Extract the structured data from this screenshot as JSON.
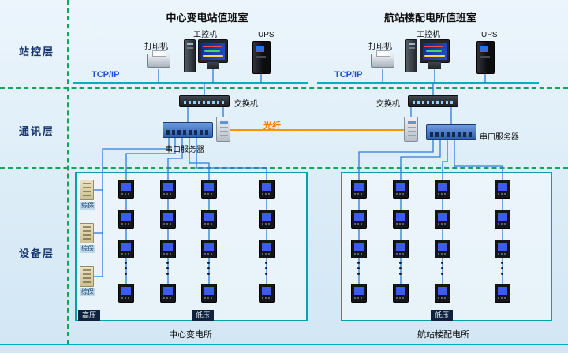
{
  "layer_labels": {
    "station": "站控层",
    "comm": "通讯层",
    "device": "设备层"
  },
  "left": {
    "title": "中心变电站值班室",
    "printer": "打印机",
    "ipc": "工控机",
    "ups": "UPS",
    "tcpip": "TCP/IP",
    "switch": "交换机",
    "serial_server": "串口服务器",
    "relay": "综保",
    "hv": "高压",
    "lv": "低压",
    "panel_caption": "中心变电所"
  },
  "right": {
    "title": "航站楼配电所值班室",
    "printer": "打印机",
    "ipc": "工控机",
    "ups": "UPS",
    "tcpip": "TCP/IP",
    "switch": "交换机",
    "serial_server": "串口服务器",
    "lv": "低压",
    "panel_caption": "航站楼配电所"
  },
  "fiber": "光纤",
  "colors": {
    "bus_line": "#00aec4",
    "wire_line": "#2e7bd6",
    "fiber_line": "#f39800",
    "layer_separator": "#11a65a",
    "layer_text": "#17366e",
    "tcpip_text": "#1d55c8",
    "fiber_text": "#f07f00",
    "panel_border": "#0b9fae"
  }
}
